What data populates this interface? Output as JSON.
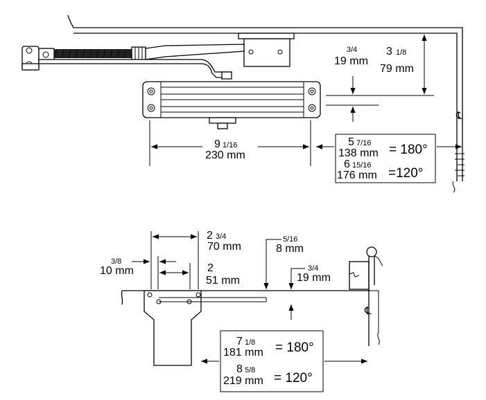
{
  "top_view": {
    "dim_length": {
      "whole": "9",
      "frac": "1/16",
      "mm": "230 mm"
    },
    "dim_head_gap": {
      "frac": "3/4",
      "mm": "19 mm"
    },
    "dim_frame_drop": {
      "whole": "3",
      "frac": "1/8",
      "mm": "79 mm"
    },
    "centerline": "℄",
    "opening_box": {
      "row1": {
        "whole": "5",
        "frac": "7/16",
        "mm": "138 mm",
        "angle": "= 180°"
      },
      "row2": {
        "whole": "6",
        "frac": "15/16",
        "mm": "176 mm",
        "angle": "=120°"
      }
    }
  },
  "bottom_view": {
    "dim_outer": {
      "whole": "2",
      "frac": "3/4",
      "mm": "70 mm"
    },
    "dim_inner": {
      "whole": "2",
      "mm": "51 mm"
    },
    "dim_edge": {
      "frac": "3/8",
      "mm": "10 mm"
    },
    "dim_arm_drop": {
      "frac": "5/16",
      "mm": "8 mm"
    },
    "dim_stop_gap": {
      "frac": "3/4",
      "mm": "19 mm"
    },
    "centerline": "℄",
    "opening_box": {
      "row1": {
        "whole": "7",
        "frac": "1/8",
        "mm": "181 mm",
        "angle": "= 180°"
      },
      "row2": {
        "whole": "8",
        "frac": "5/8",
        "mm": "219 mm",
        "angle": "= 120°"
      }
    }
  }
}
